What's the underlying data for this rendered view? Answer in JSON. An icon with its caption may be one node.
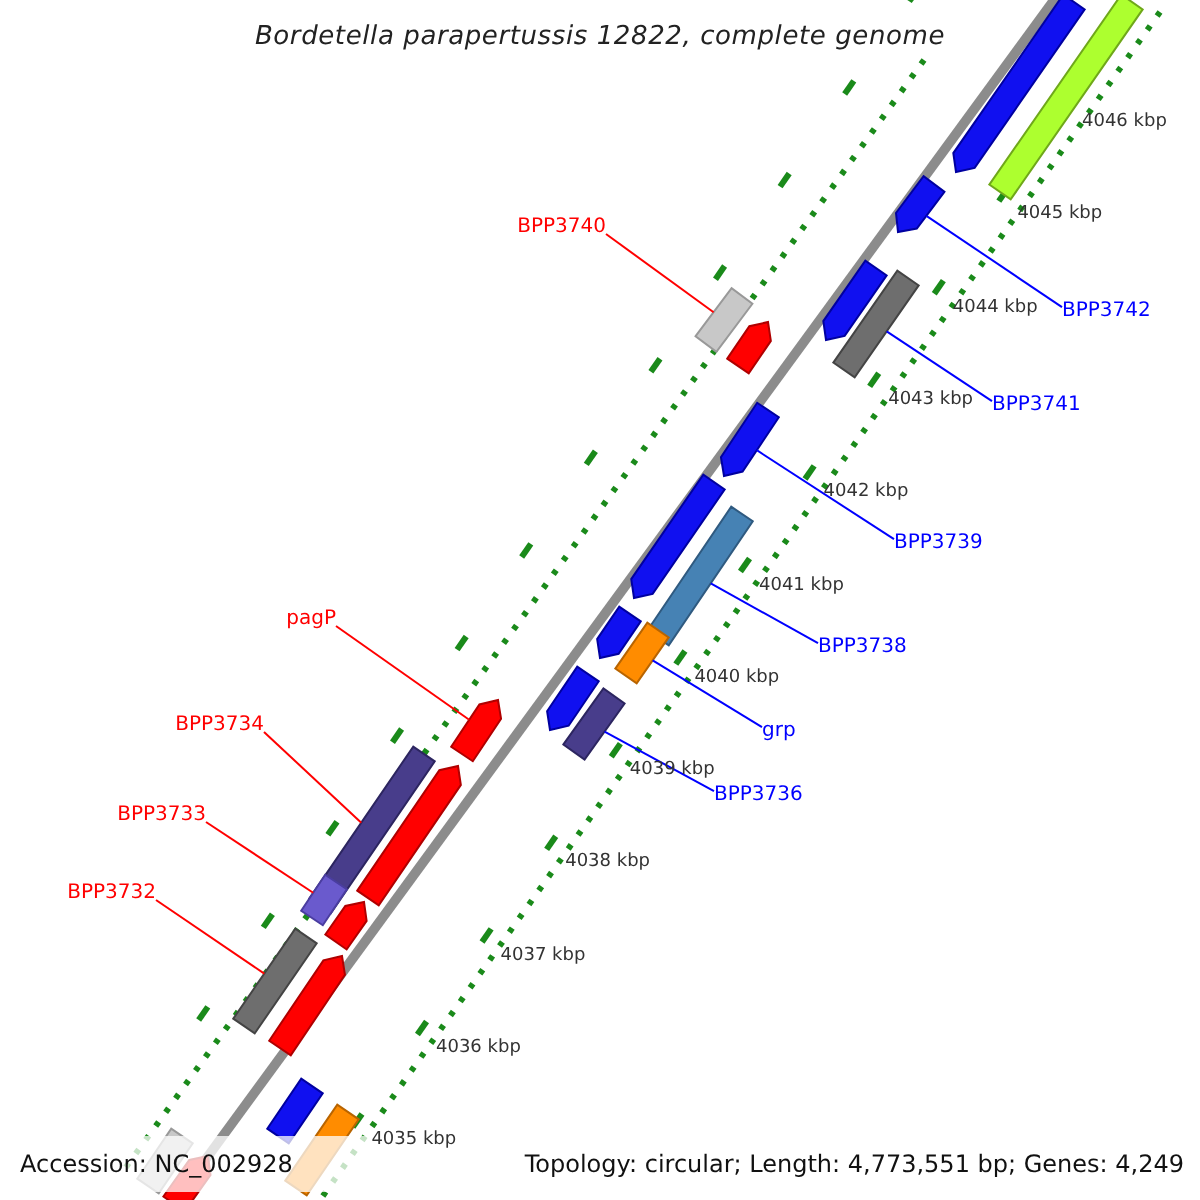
{
  "diagram": {
    "title": "Bordetella parapertussis 12822, complete genome",
    "nodes": [
      {
        "text": [],
        "shape": "arrow"
      },
      {
        "text": [],
        "shape": "bar"
      },
      {
        "text": [],
        "shape": "arrow"
      },
      {
        "text": [],
        "shape": "bar"
      },
      {
        "text": [],
        "shape": "arrow"
      },
      {
        "text": [],
        "shape": "arrow"
      },
      {
        "text": [],
        "shape": "bar"
      },
      {
        "text": [],
        "shape": "arrow"
      },
      {
        "text": [],
        "shape": "arrow"
      },
      {
        "text": [],
        "shape": "bar"
      },
      {
        "text": [],
        "shape": "arrow"
      },
      {
        "text": [],
        "shape": "bar"
      },
      {
        "text": [],
        "shape": "arrow"
      },
      {
        "text": [],
        "shape": "bar"
      },
      {
        "text": [],
        "shape": "arrow"
      },
      {
        "text": [],
        "shape": "bar"
      },
      {
        "text": [],
        "shape": "arrow"
      },
      {
        "text": [],
        "shape": "bar"
      },
      {
        "text": [],
        "shape": "arrow"
      },
      {
        "text": [],
        "shape": "bar"
      },
      {
        "text": [],
        "shape": "arrow"
      },
      {
        "text": [],
        "shape": "bar"
      },
      {
        "text": [],
        "shape": "bar"
      },
      {
        "text": [],
        "shape": "bar"
      },
      {
        "text": [],
        "shape": "arrow"
      },
      {
        "text": [
          "BPP3740"
        ]
      },
      {
        "text": [
          "BPP3742"
        ]
      },
      {
        "text": [
          "BPP3741"
        ]
      },
      {
        "text": [
          "BPP3739"
        ]
      },
      {
        "text": [
          "BPP3738"
        ]
      },
      {
        "text": [
          "grp"
        ]
      },
      {
        "text": [
          "BPP3736"
        ]
      },
      {
        "text": [
          "pagP"
        ]
      },
      {
        "text": [
          "BPP3734"
        ]
      },
      {
        "text": [
          "BPP3733"
        ]
      },
      {
        "text": [
          "BPP3732"
        ]
      }
    ],
    "edges": [
      {
        "from": 25,
        "to": 3,
        "arrow": "none",
        "color": "#ff0000"
      },
      {
        "from": 26,
        "to": 2,
        "arrow": "none"
      },
      {
        "from": 27,
        "to": 6,
        "arrow": "none"
      },
      {
        "from": 28,
        "to": 7,
        "arrow": "none"
      },
      {
        "from": 29,
        "to": 9,
        "arrow": "none"
      },
      {
        "from": 30,
        "to": 11,
        "arrow": "none"
      },
      {
        "from": 31,
        "to": 13,
        "arrow": "none"
      },
      {
        "from": 32,
        "to": 14,
        "arrow": "none",
        "color": "#ff0000"
      },
      {
        "from": 33,
        "to": 15,
        "arrow": "none",
        "color": "#ff0000"
      },
      {
        "from": 34,
        "to": 17,
        "arrow": "none",
        "color": "#ff0000"
      },
      {
        "from": 35,
        "to": 19,
        "arrow": "none",
        "color": "#ff0000"
      }
    ],
    "labels": [
      "4046 kbp",
      "4045 kbp",
      "4044 kbp",
      "4043 kbp",
      "4042 kbp",
      "4041 kbp",
      "4040 kbp",
      "4039 kbp",
      "4038 kbp",
      "4037 kbp",
      "4036 kbp",
      "4035 kbp",
      "Accession: NC_002928",
      "Topology: circular; Length: 4,773,551 bp; Genes: 4,249"
    ]
  }
}
